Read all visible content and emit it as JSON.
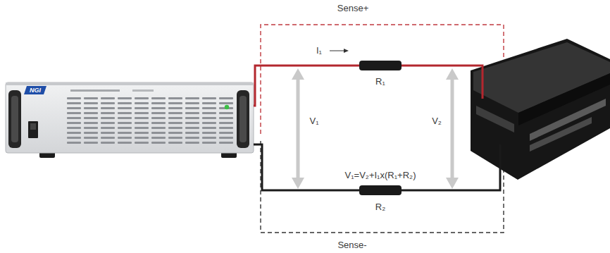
{
  "diagram": {
    "labels": [
      "Sense+",
      "I₁",
      "R₁",
      "V₁",
      "V₂",
      "V₁=V₂+I₁x(R₁+R₂)",
      "R₂",
      "Sense-",
      "NGI"
    ]
  }
}
